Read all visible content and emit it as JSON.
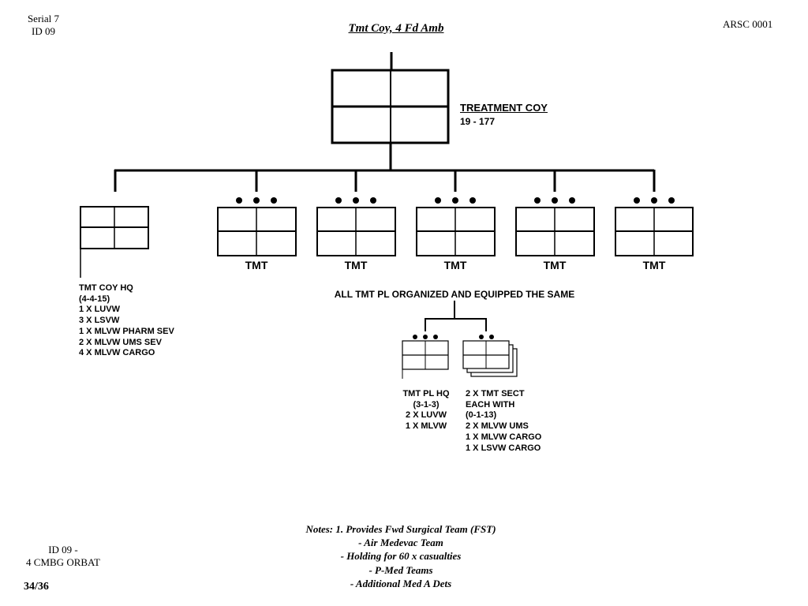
{
  "header": {
    "serial": "Serial 7",
    "id": "ID 09",
    "ref": "ARSC 0001",
    "title": "Tmt Coy, 4 Fd Amb"
  },
  "company": {
    "name": "TREATMENT COY",
    "strength": "19 - 177"
  },
  "platoons": [
    "TMT",
    "TMT",
    "TMT",
    "TMT",
    "TMT"
  ],
  "hq": {
    "lines": [
      "TMT COY HQ",
      "(4-4-15)",
      "1 X LUVW",
      "3 X LSVW",
      "1 X MLVW PHARM SEV",
      "2 X MLVW UMS SEV",
      "4 X MLVW CARGO"
    ]
  },
  "platoon_note": "ALL TMT PL ORGANIZED AND EQUIPPED THE SAME",
  "pl_hq": {
    "lines": [
      "TMT PL HQ",
      "(3-1-3)",
      "2 X LUVW",
      "1 X MLVW"
    ]
  },
  "sections": {
    "lines": [
      "2 X TMT SECT",
      "EACH WITH",
      "(0-1-13)",
      "2 X MLVW UMS",
      "1 X MLVW CARGO",
      "1 X LSVW CARGO"
    ]
  },
  "notes": {
    "lines": [
      "Notes:  1.  Provides Fwd Surgical Team (FST)",
      "- Air Medevac Team",
      "- Holding for 60 x casualties",
      "- P-Med Teams",
      "- Additional Med A Dets"
    ]
  },
  "footer": {
    "id_line1": "ID 09 -",
    "id_line2": "4 CMBG ORBAT",
    "page": "34/36"
  }
}
